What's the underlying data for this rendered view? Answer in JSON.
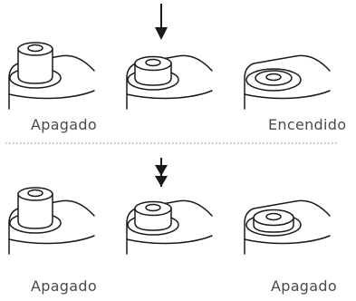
{
  "row_top": {
    "labels": {
      "left": "Apagado",
      "right": "Encendido"
    },
    "states": [
      "raised",
      "pressed",
      "latched-down"
    ],
    "press_arrow_count": 1
  },
  "row_bottom": {
    "labels": {
      "left": "Apagado",
      "right": "Apagado"
    },
    "states": [
      "raised",
      "pressed",
      "raised-low"
    ],
    "press_arrow_count": 2
  },
  "separator_style": "dotted",
  "colors": {
    "stroke": "#1a1a1a",
    "label": "#4a4a4a",
    "separator": "#9a9a9a"
  }
}
